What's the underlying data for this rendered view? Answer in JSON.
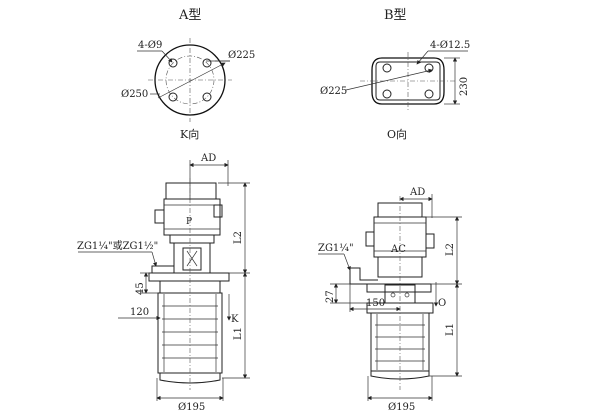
{
  "view_a": {
    "title": "A型",
    "holes": "4-Ø9",
    "flange_pcd": "Ø225",
    "flange_od": "Ø250",
    "view_caption": "K向"
  },
  "view_b": {
    "title": "B型",
    "holes": "4-Ø12.5",
    "flange_pcd": "Ø225",
    "square": "230",
    "view_caption": "O向"
  },
  "pump_a": {
    "ad": "AD",
    "motor_label": "P",
    "inlet": "ZG1¼\"或ZG1½\"",
    "dim_45": "45",
    "dim_120": "120",
    "l2": "L2",
    "l1": "L1",
    "k_arrow": "K",
    "base": "Ø195"
  },
  "pump_b": {
    "ad": "AD",
    "motor_label": "AC",
    "inlet": "ZG1¼\"",
    "dim_27": "27",
    "dim_150": "150",
    "l2": "L2",
    "l1": "L1",
    "o_arrow": "O",
    "base": "Ø195"
  }
}
